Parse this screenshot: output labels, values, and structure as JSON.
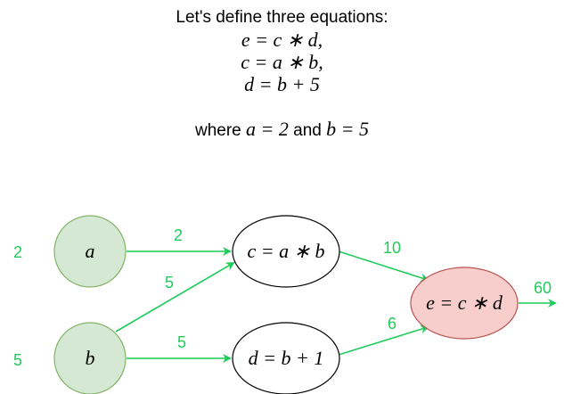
{
  "header": {
    "intro": "Let's define three equations:",
    "equations": [
      "e = c ∗ d,",
      "c = a ∗ b,",
      "d = b + 5"
    ],
    "where_prefix": "where ",
    "where_a": "a = 2",
    "where_mid": " and ",
    "where_b": "b = 5"
  },
  "graph": {
    "nodes": {
      "a": "a",
      "b": "b",
      "c": "c = a ∗ b",
      "d": "d = b + 1",
      "e": "e = c ∗ d"
    },
    "input_values": {
      "a": "2",
      "b": "5"
    },
    "edge_values": {
      "a_to_c": "2",
      "b_to_c": "5",
      "b_to_d": "5",
      "c_to_e": "10",
      "d_to_e": "6",
      "e_out": "60"
    }
  },
  "colors": {
    "accent_green": "#1fcb5a",
    "input_fill": "#d5e8d4",
    "input_stroke": "#82b366",
    "output_fill": "#f8cecc",
    "output_stroke": "#b85450",
    "node_stroke": "#000000"
  }
}
